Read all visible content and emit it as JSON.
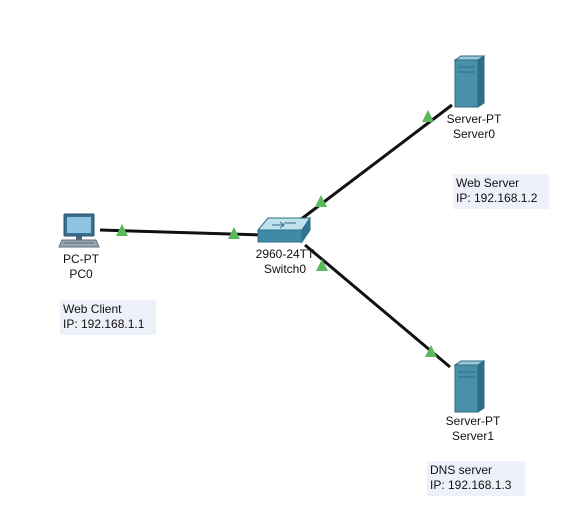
{
  "devices": {
    "pc0": {
      "model": "PC-PT",
      "name": "PC0"
    },
    "switch0": {
      "model": "2960-24TT",
      "name": "Switch0"
    },
    "server0": {
      "model": "Server-PT",
      "name": "Server0"
    },
    "server1": {
      "model": "Server-PT",
      "name": "Server1"
    }
  },
  "notes": {
    "web_client": {
      "role": "Web Client",
      "ip": "IP: 192.168.1.1"
    },
    "web_server": {
      "role": "Web Server",
      "ip": "IP: 192.168.1.2"
    },
    "dns_server": {
      "role": "DNS server",
      "ip": "IP: 192.168.1.3"
    }
  },
  "links": [
    {
      "from": "PC0",
      "to": "Switch0",
      "status": "up"
    },
    {
      "from": "Switch0",
      "to": "Server0",
      "status": "up"
    },
    {
      "from": "Switch0",
      "to": "Server1",
      "status": "up"
    }
  ],
  "colors": {
    "link": "#111111",
    "link_up_indicator": "#5cb85c",
    "note_background": "#eef0fa",
    "server_body": "#4a90a8",
    "switch_body": "#3f8aa6"
  }
}
